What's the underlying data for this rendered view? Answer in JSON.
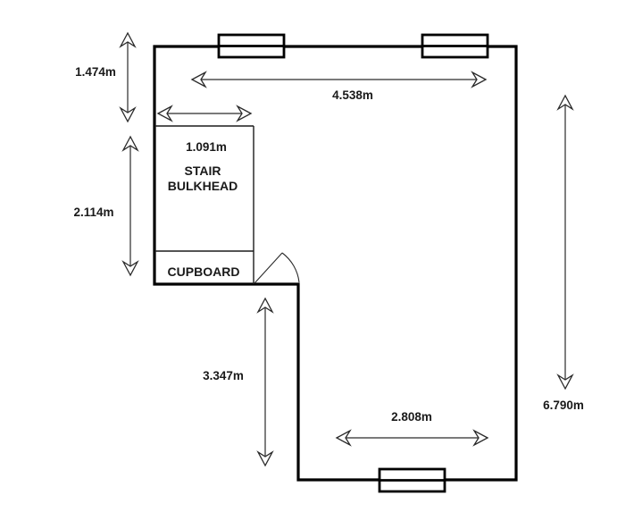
{
  "canvas": {
    "background_color": "#ffffff",
    "line_color": "#000000"
  },
  "floor_plan": {
    "rooms": {
      "stair_bulkhead": {
        "line1": "STAIR",
        "line2": "BULKHEAD"
      },
      "cupboard": {
        "label": "CUPBOARD"
      }
    },
    "dimensions": {
      "upper_left_wall": "1.474m",
      "bulkhead_left_wall": "2.114m",
      "bulkhead_width": "1.091m",
      "top_wall": "4.538m",
      "lower_left_wall": "3.347m",
      "bottom_wall": "2.808m",
      "right_wall": "6.790m"
    },
    "symbols": {
      "windows": [
        "window-top-left",
        "window-top-right",
        "window-bottom"
      ],
      "doors": [
        "door-swing-bottom-center"
      ]
    }
  }
}
